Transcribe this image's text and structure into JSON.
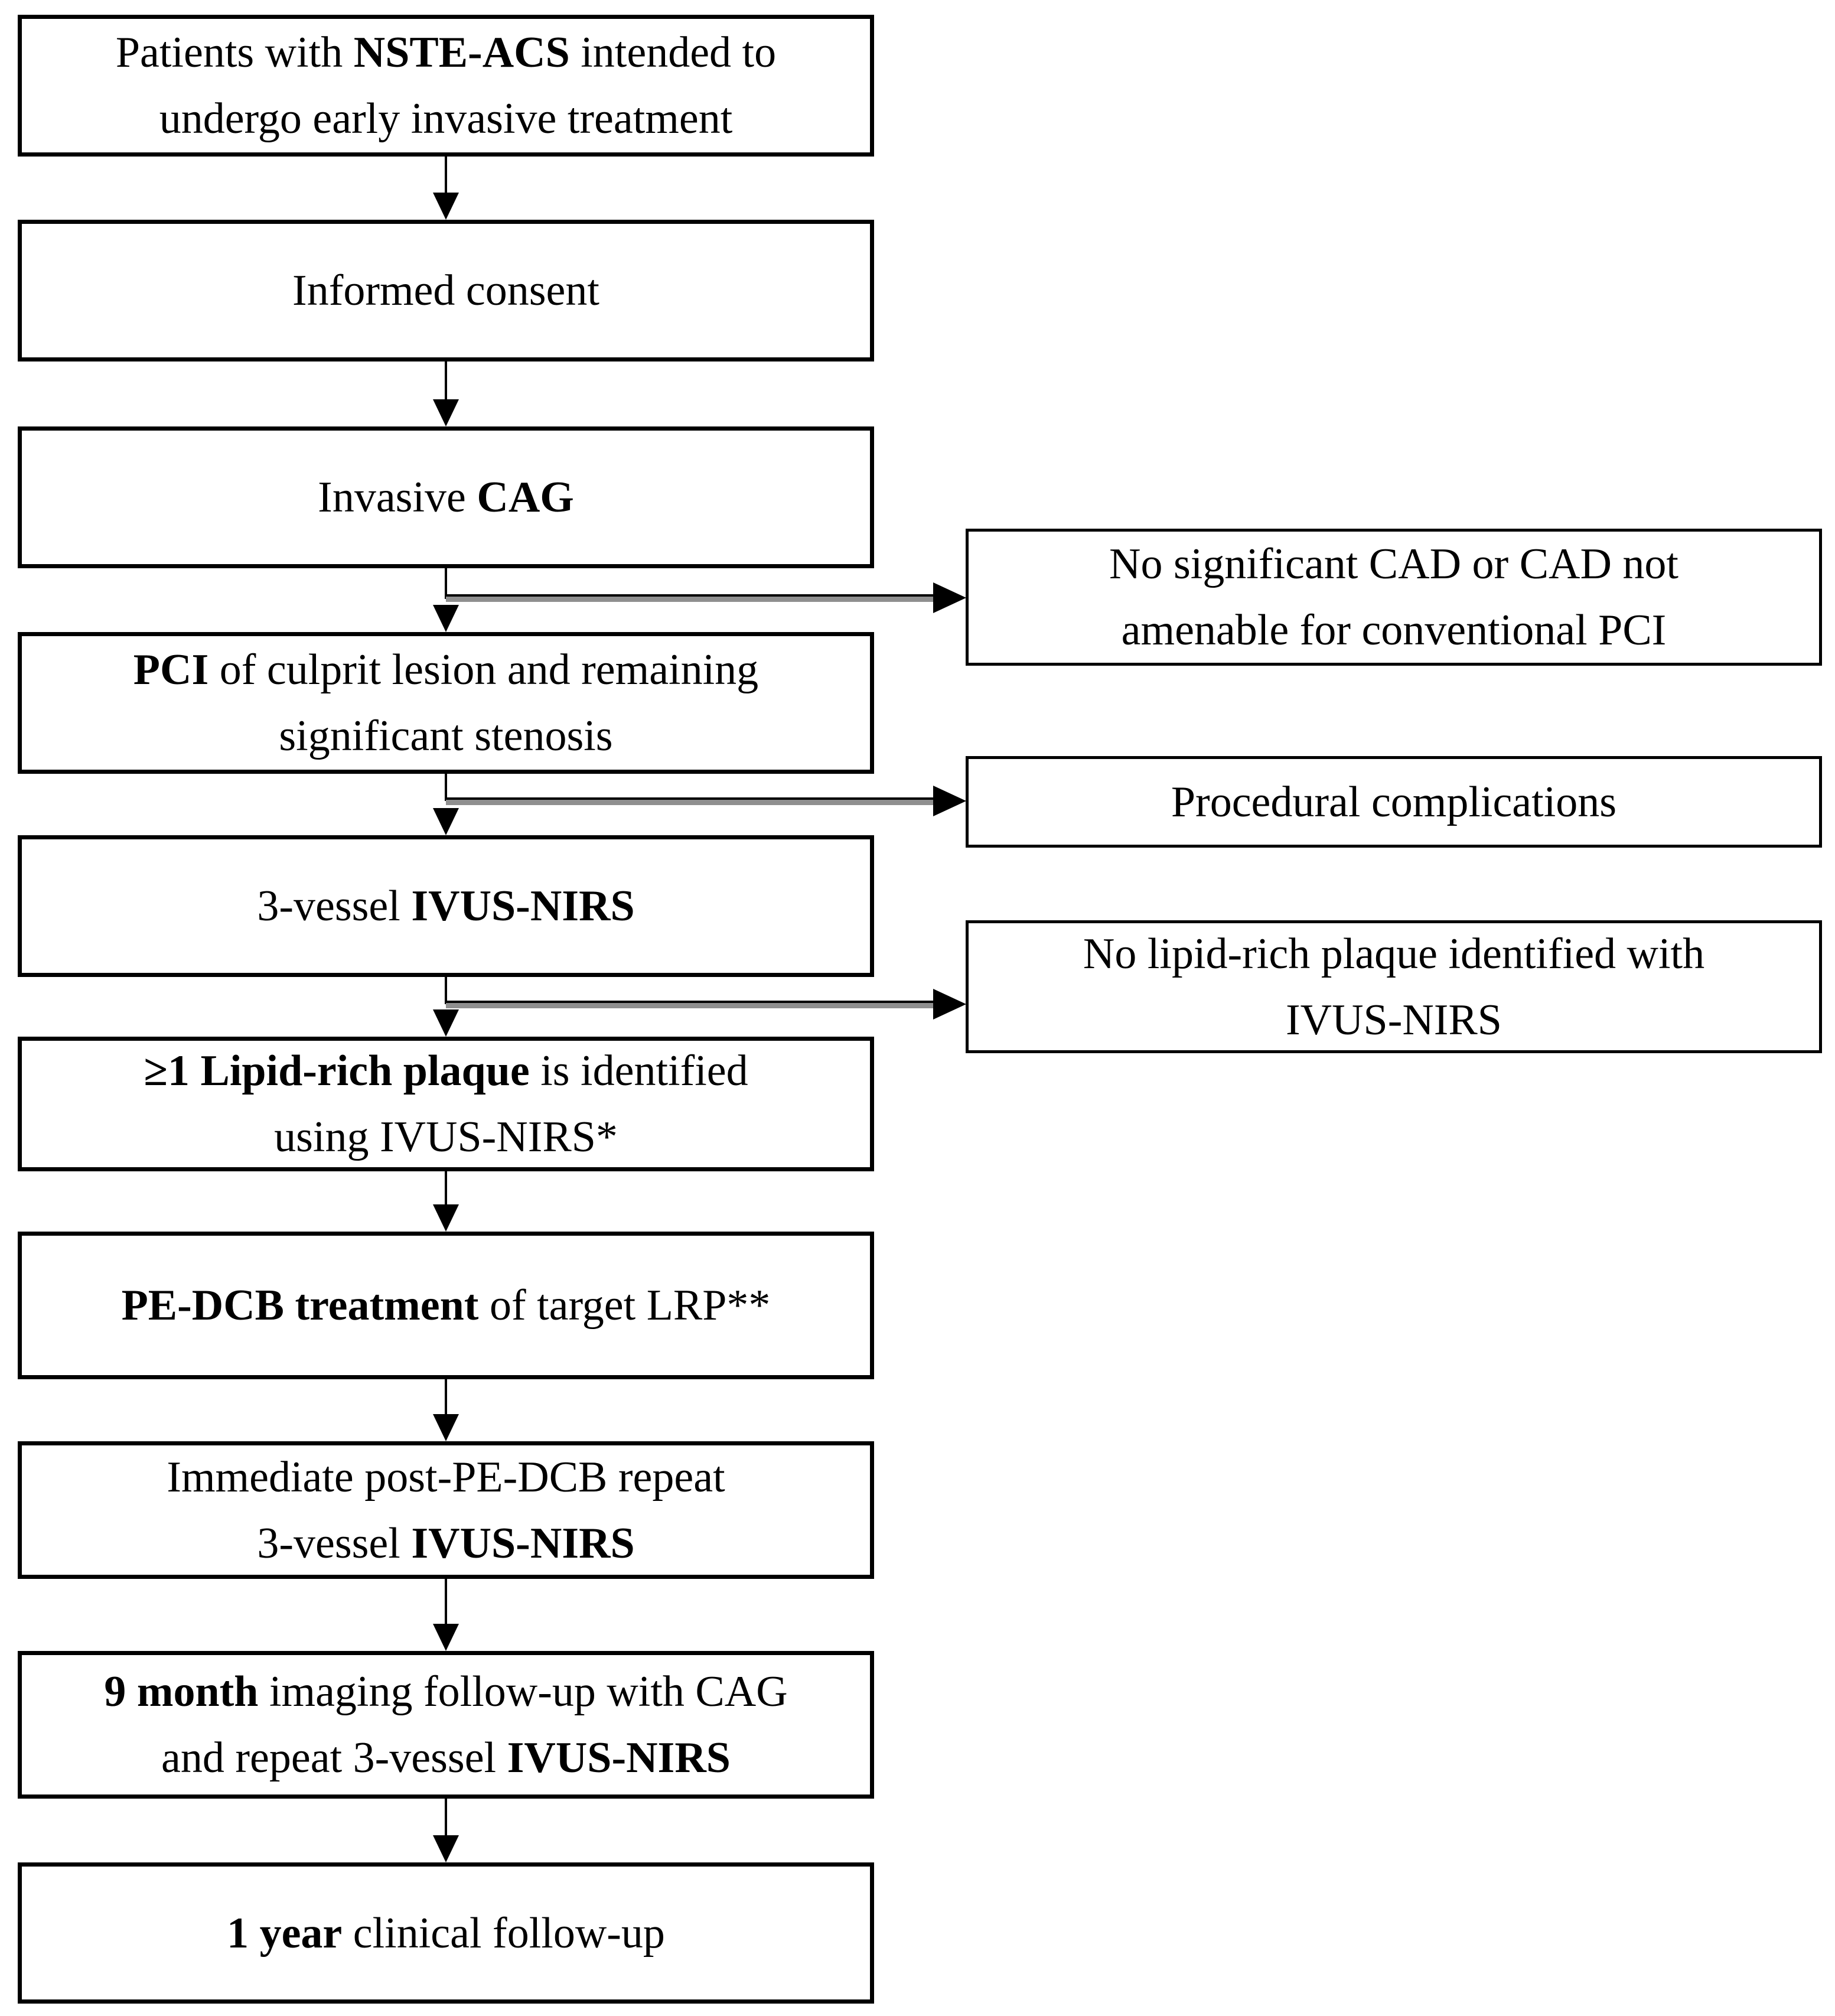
{
  "figure_type": "flowchart",
  "colors": {
    "box_border": "#000000",
    "text": "#000000",
    "connector": "#000000",
    "branch_connector_gray": "#8f8f8f",
    "background": "#ffffff"
  },
  "diagram": {
    "left_boxes": [
      {
        "name": "patients-nste-acs",
        "lines": [
          [
            {
              "t": "Patients with "
            },
            {
              "t": "NSTE-ACS",
              "bold": true
            },
            {
              "t": " intended to"
            }
          ],
          [
            {
              "t": "undergo early invasive treatment"
            }
          ]
        ]
      },
      {
        "name": "informed-consent",
        "lines": [
          [
            {
              "t": "Informed consent"
            }
          ]
        ]
      },
      {
        "name": "invasive-cag",
        "lines": [
          [
            {
              "t": "Invasive "
            },
            {
              "t": "CAG",
              "bold": true
            }
          ]
        ]
      },
      {
        "name": "pci-culprit-lesion",
        "lines": [
          [
            {
              "t": "PCI",
              "bold": true
            },
            {
              "t": " of culprit lesion and remaining"
            }
          ],
          [
            {
              "t": "significant stenosis"
            }
          ]
        ]
      },
      {
        "name": "three-vessel-ivus-nirs",
        "lines": [
          [
            {
              "t": "3-vessel "
            },
            {
              "t": "IVUS-NIRS",
              "bold": true
            }
          ]
        ]
      },
      {
        "name": "lipid-rich-plaque-identified",
        "lines": [
          [
            {
              "t": "≥1 Lipid-rich plaque",
              "bold": true
            },
            {
              "t": " is identified"
            }
          ],
          [
            {
              "t": "using IVUS-NIRS*"
            }
          ]
        ]
      },
      {
        "name": "pe-dcb-treatment",
        "lines": [
          [
            {
              "t": "PE-DCB treatment",
              "bold": true
            },
            {
              "t": " of target LRP**"
            }
          ]
        ]
      },
      {
        "name": "post-pe-dcb-repeat-ivus-nirs",
        "lines": [
          [
            {
              "t": "Immediate post-PE-DCB repeat"
            }
          ],
          [
            {
              "t": "3-vessel "
            },
            {
              "t": "IVUS-NIRS",
              "bold": true
            }
          ]
        ]
      },
      {
        "name": "nine-month-imaging-follow-up",
        "lines": [
          [
            {
              "t": "9 month",
              "bold": true
            },
            {
              "t": " imaging follow-up with CAG"
            }
          ],
          [
            {
              "t": "and repeat 3-vessel "
            },
            {
              "t": "IVUS-NIRS",
              "bold": true
            }
          ]
        ]
      },
      {
        "name": "one-year-clinical-follow-up",
        "lines": [
          [
            {
              "t": "1 year",
              "bold": true
            },
            {
              "t": " clinical follow-up"
            }
          ]
        ]
      }
    ],
    "right_boxes": [
      {
        "name": "no-significant-cad",
        "lines": [
          [
            {
              "t": "No significant CAD or CAD not"
            }
          ],
          [
            {
              "t": "amenable for conventional PCI"
            }
          ]
        ]
      },
      {
        "name": "procedural-complications",
        "lines": [
          [
            {
              "t": "Procedural complications"
            }
          ]
        ]
      },
      {
        "name": "no-lipid-rich-plaque",
        "lines": [
          [
            {
              "t": "No lipid-rich plaque identified with"
            }
          ],
          [
            {
              "t": "IVUS-NIRS"
            }
          ]
        ]
      }
    ]
  }
}
